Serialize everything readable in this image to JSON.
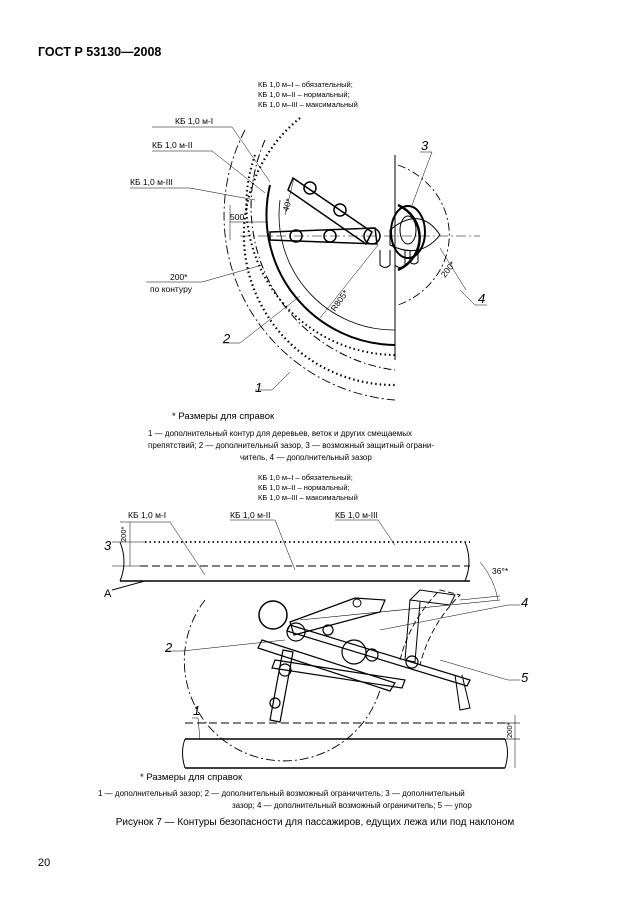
{
  "header": {
    "standard": "ГОСТ Р 53130—2008"
  },
  "figure1": {
    "legend_lines": [
      "КБ 1,0 м–I – обязательный;",
      "КБ 1,0 м–II – нормальный;",
      "КБ 1,0 м–III – максимальный"
    ],
    "label_kb1": "КБ 1,0 м-I",
    "label_kb2": "КБ 1,0 м-II",
    "label_kb3": "КБ 1,0 м-III",
    "dim_500": "500",
    "dim_200_contour_a": "200*",
    "dim_200_contour_b": "по контуру",
    "dim_40": "40*",
    "dim_r805": "R805*",
    "dim_200_right": "200*",
    "num_1": "1",
    "num_2": "2",
    "num_3": "3",
    "num_4": "4",
    "footnote": "* Размеры для справок",
    "caption_line1": "1 — дополнительный контур для деревьев, веток и других смещаемых",
    "caption_line2": "препятствий; 2 — дополнительный зазор, 3 — возможный защитный ограни-",
    "caption_line3": "читель, 4 — дополнительный зазор"
  },
  "figure2": {
    "legend_lines": [
      "КБ 1,0 м–I – обязательный;",
      "КБ 1,0 м–II – нормальный;",
      "КБ 1,0 м–III – максимальный"
    ],
    "label_kb1": "КБ 1,0 м-I",
    "label_kb2": "КБ 1,0 м-II",
    "label_kb3": "КБ 1,0 м-III",
    "dim_200_top": "200*",
    "dim_200_bottom": "200*",
    "dim_angle": "36°*",
    "arrow_a": "A",
    "num_1": "1",
    "num_2": "2",
    "num_3": "3",
    "num_4": "4",
    "num_5": "5",
    "footnote": "* Размеры для справок",
    "caption_line1": "1 — дополнительный зазор; 2 — дополнительный возможный ограничитель; 3 — дополнительный",
    "caption_line2": "зазор; 4 — дополнительный возможный ограничитель; 5 — упор"
  },
  "figure_caption": "Рисунок 7 — Контуры безопасности для пассажиров, едущих лежа или под наклоном",
  "page_number": "20"
}
